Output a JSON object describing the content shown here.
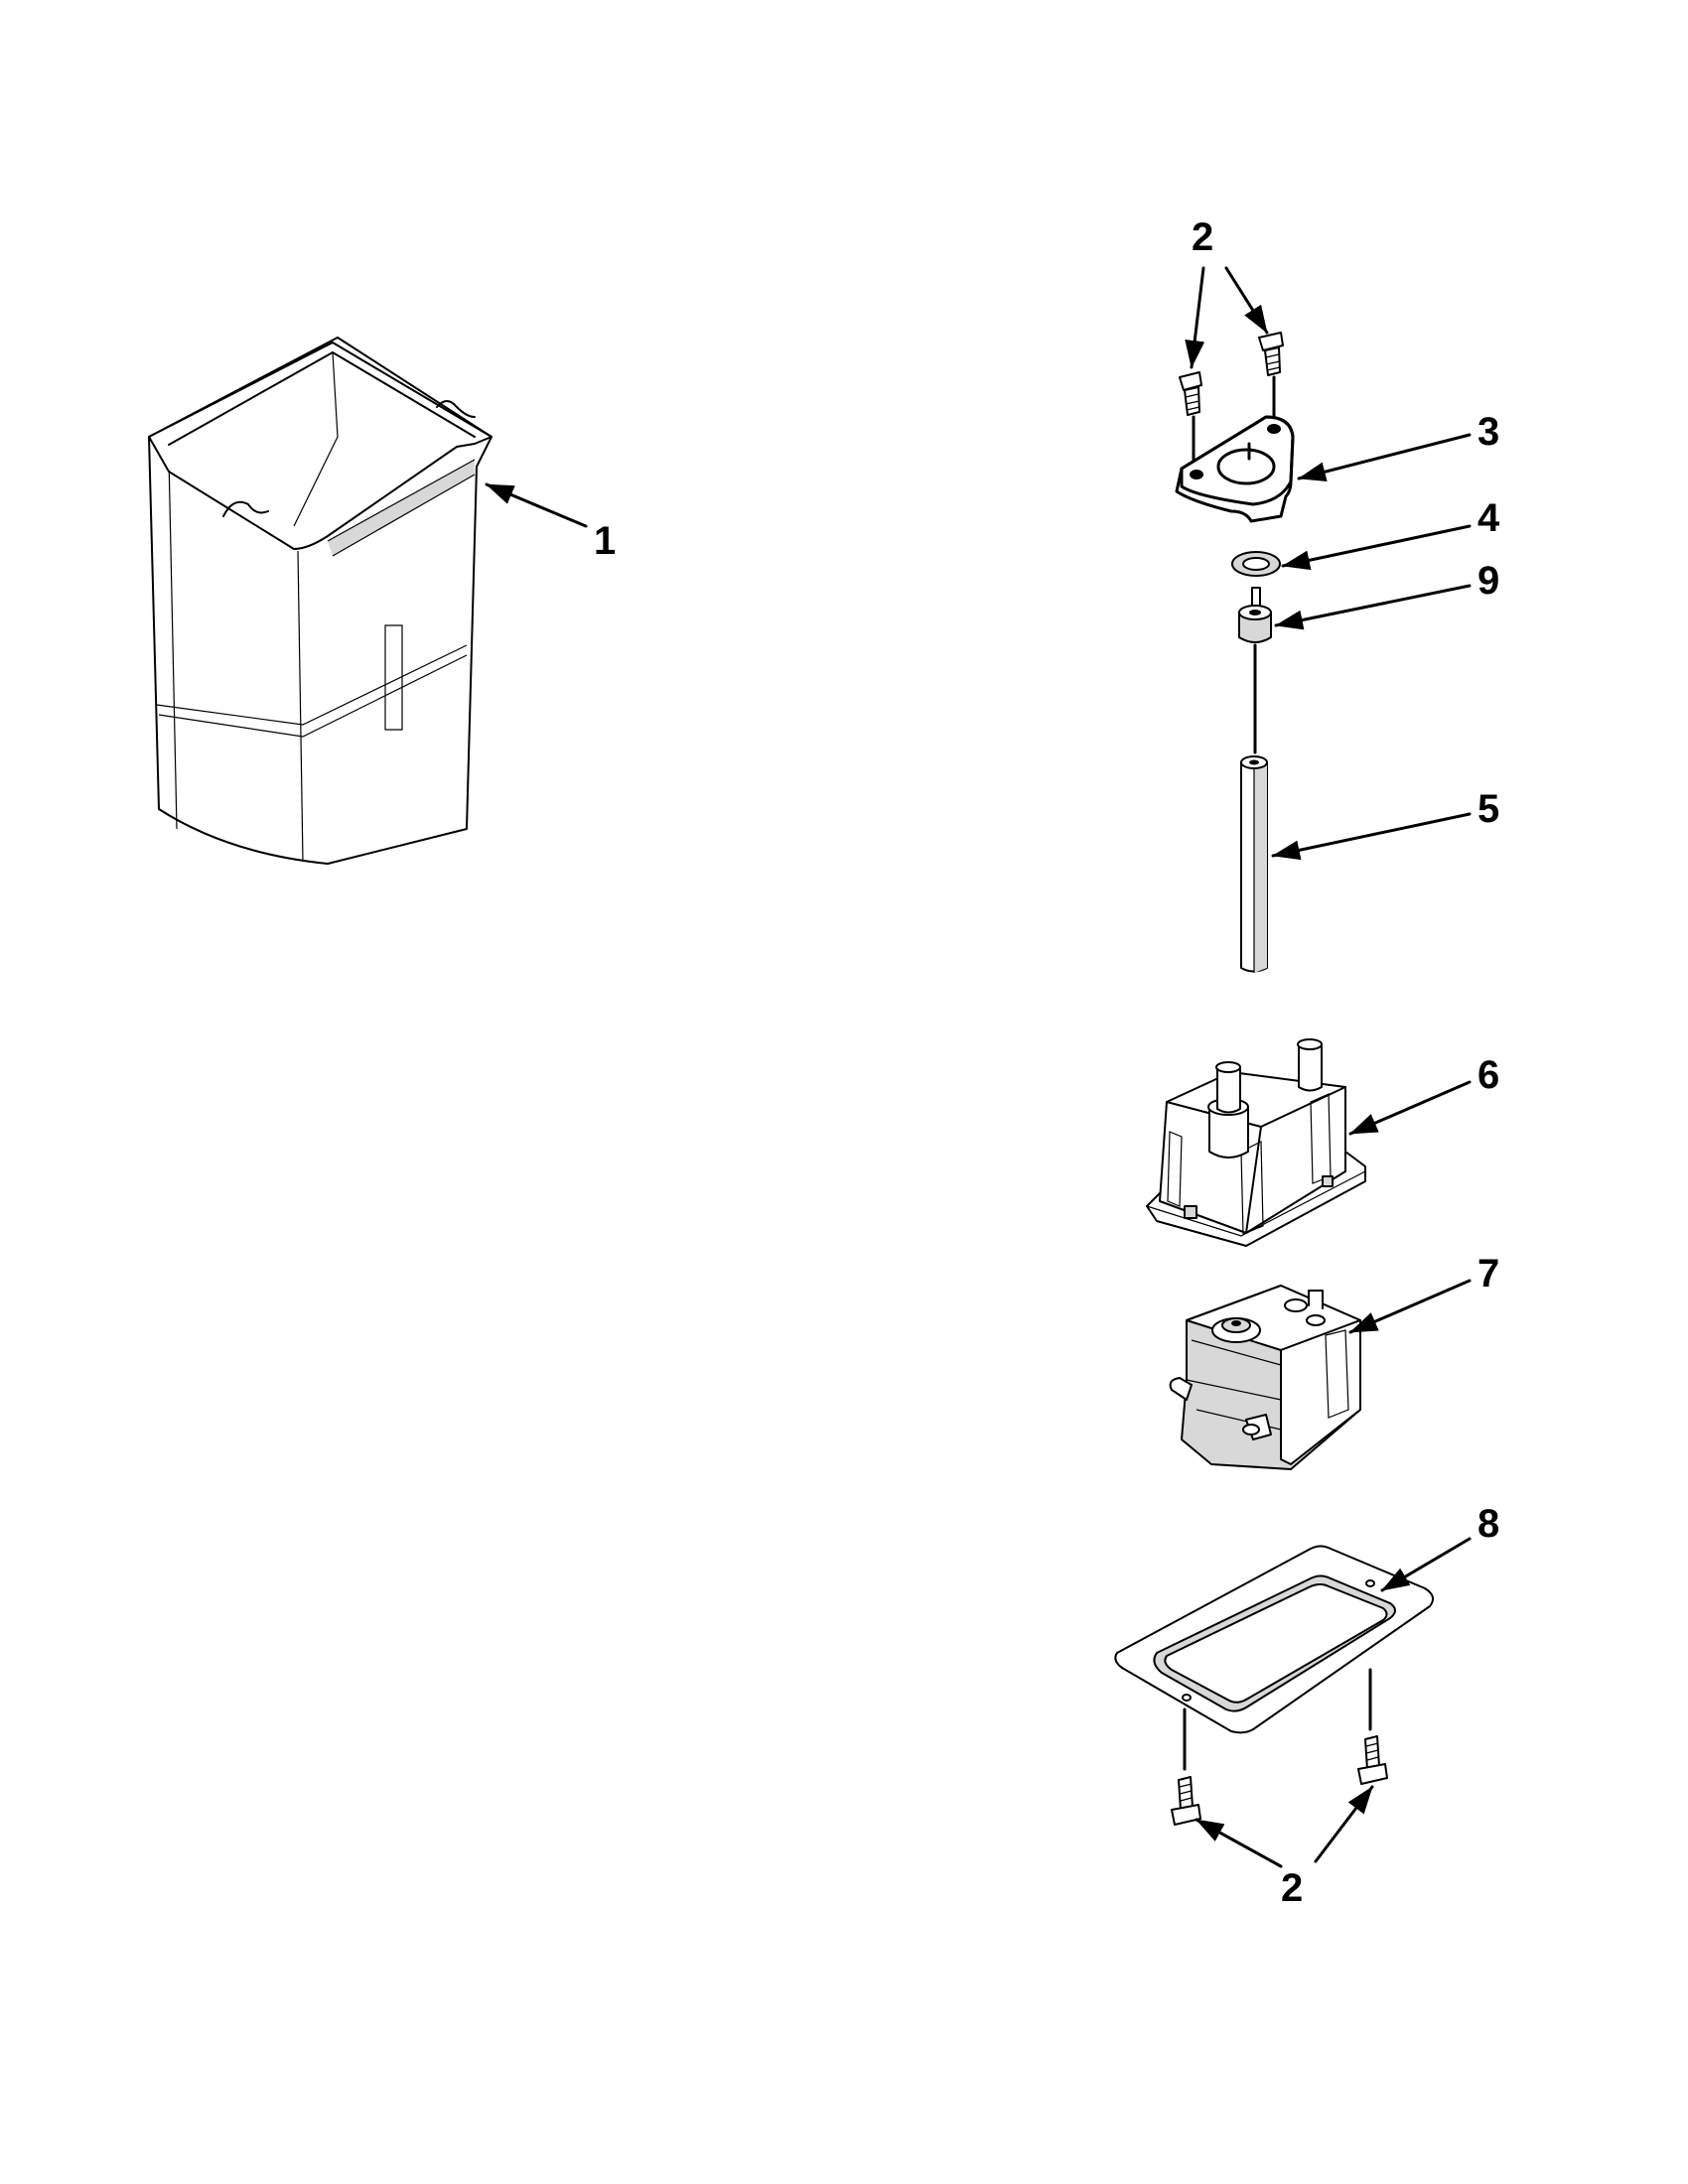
{
  "callouts": {
    "bucket": "1",
    "screws_top": "2",
    "bracket": "3",
    "washer": "4",
    "bushing": "9",
    "shaft": "5",
    "motor_cover": "6",
    "motor": "7",
    "gasket": "8",
    "screws_bottom": "2"
  },
  "colors": {
    "line": "#000000",
    "background": "#ffffff",
    "shade": "#d8d8d8"
  }
}
